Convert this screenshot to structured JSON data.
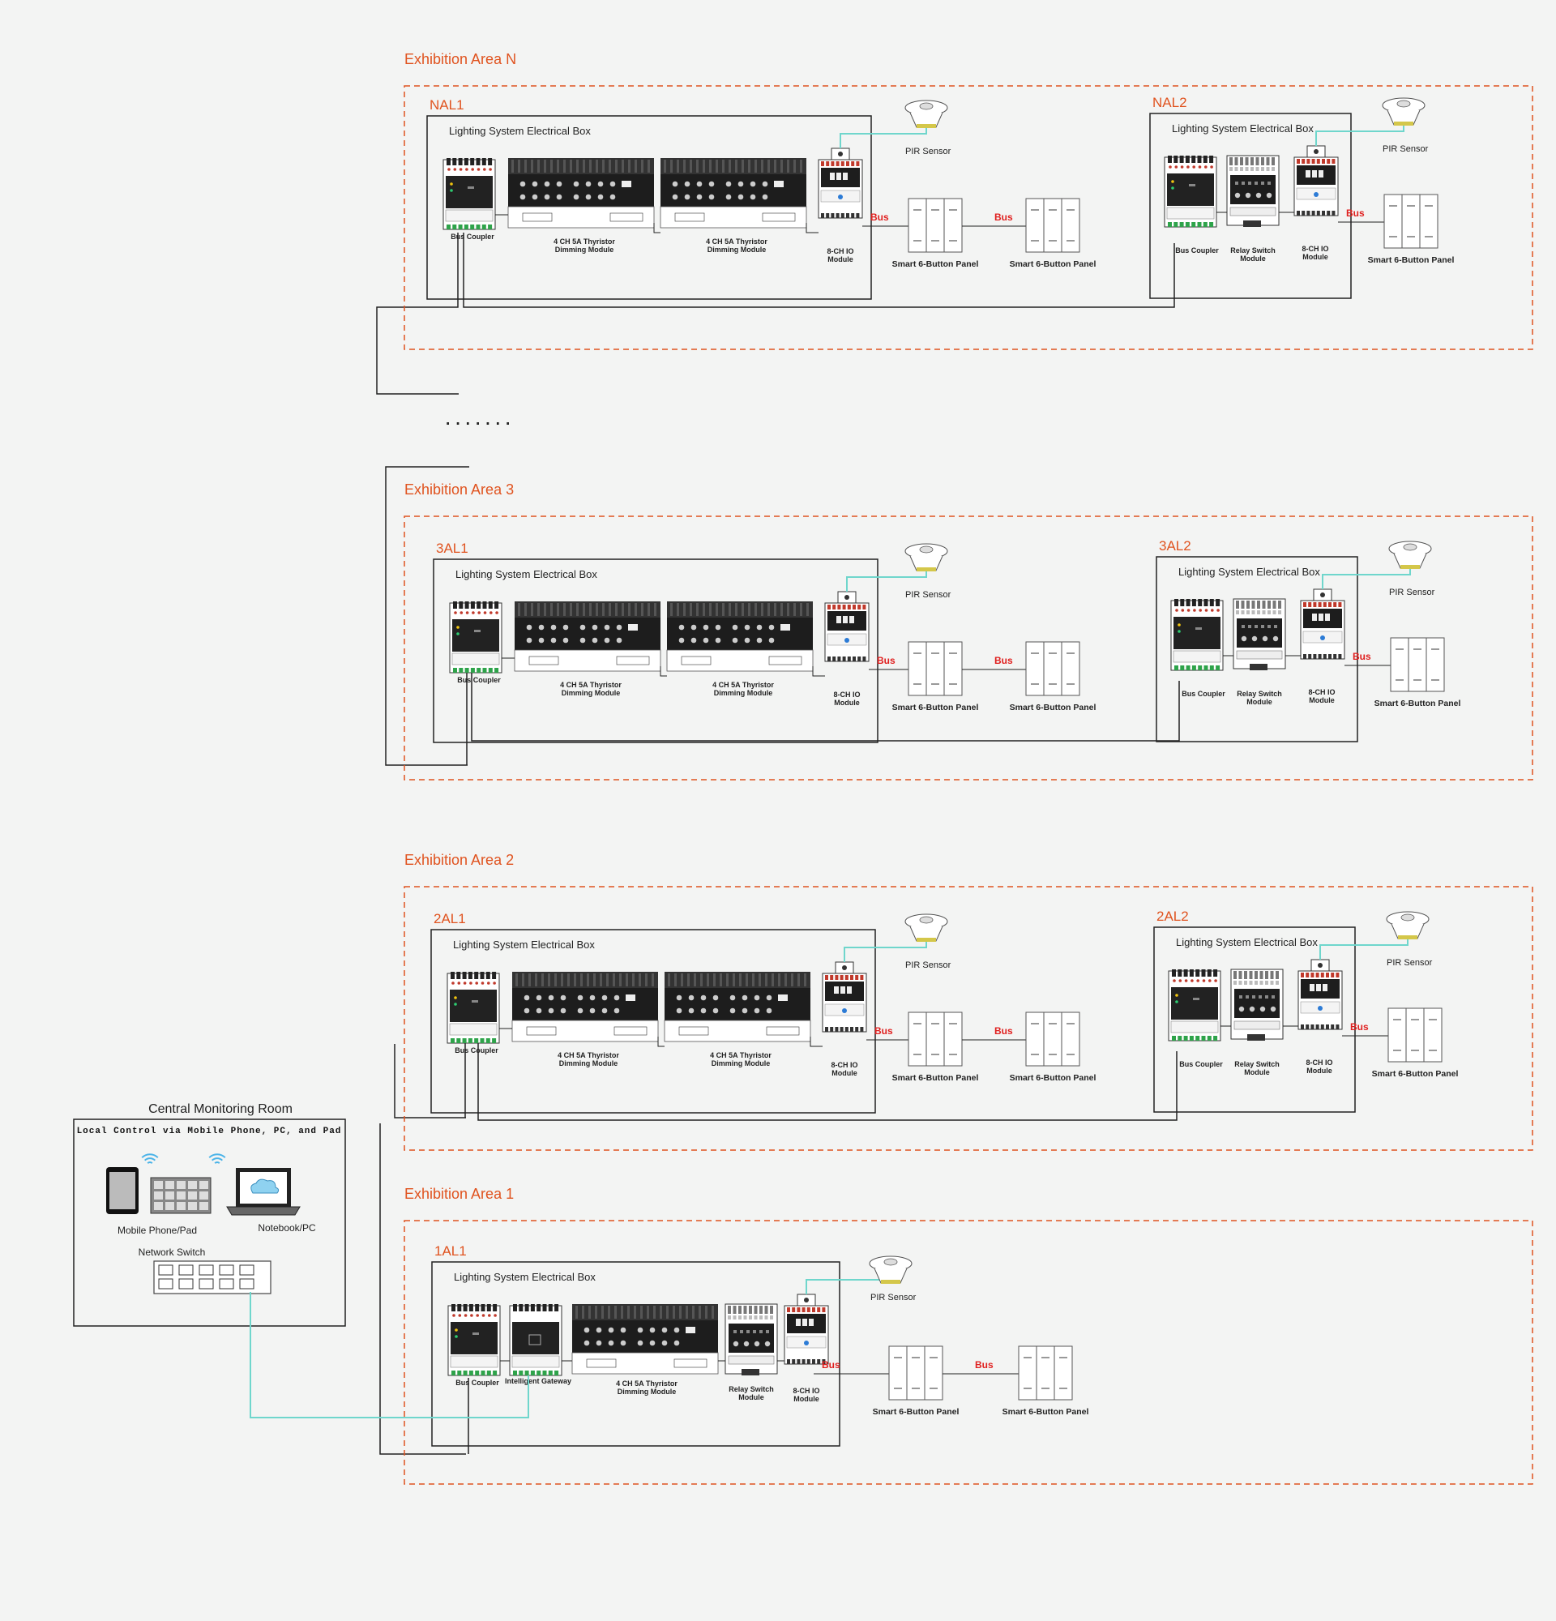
{
  "colors": {
    "accent": "#e0531f",
    "bus": "#e0201f",
    "network_line": "#6fd6cc"
  },
  "dots": "·······",
  "labels": {
    "box_title": "Lighting System Electrical Box",
    "pir": "PIR Sensor",
    "bus": "Bus",
    "panel": "Smart 6-Button Panel",
    "bus_coupler": "Bus Coupler",
    "dimming_l1": "4 CH 5A Thyristor",
    "dimming_l2": "Dimming Module",
    "relay_l1": "Relay Switch",
    "relay_l2": "Module",
    "io_l1": "8-CH IO",
    "io_l2": "Module",
    "gateway": "Intelligent Gateway"
  },
  "areas": [
    {
      "key": "N",
      "title": "Exhibition Area N",
      "box1_id": "NAL1",
      "box2_id": "NAL2"
    },
    {
      "key": "3",
      "title": "Exhibition Area 3",
      "box1_id": "3AL1",
      "box2_id": "3AL2"
    },
    {
      "key": "2",
      "title": "Exhibition Area 2",
      "box1_id": "2AL1",
      "box2_id": "2AL2"
    },
    {
      "key": "1",
      "title": "Exhibition Area 1",
      "box1_id": "1AL1"
    }
  ],
  "central": {
    "title": "Central Monitoring Room",
    "subtitle": "Local Control via Mobile Phone, PC, and Pad",
    "mobile": "Mobile Phone/Pad",
    "notebook": "Notebook/PC",
    "switch": "Network Switch"
  }
}
